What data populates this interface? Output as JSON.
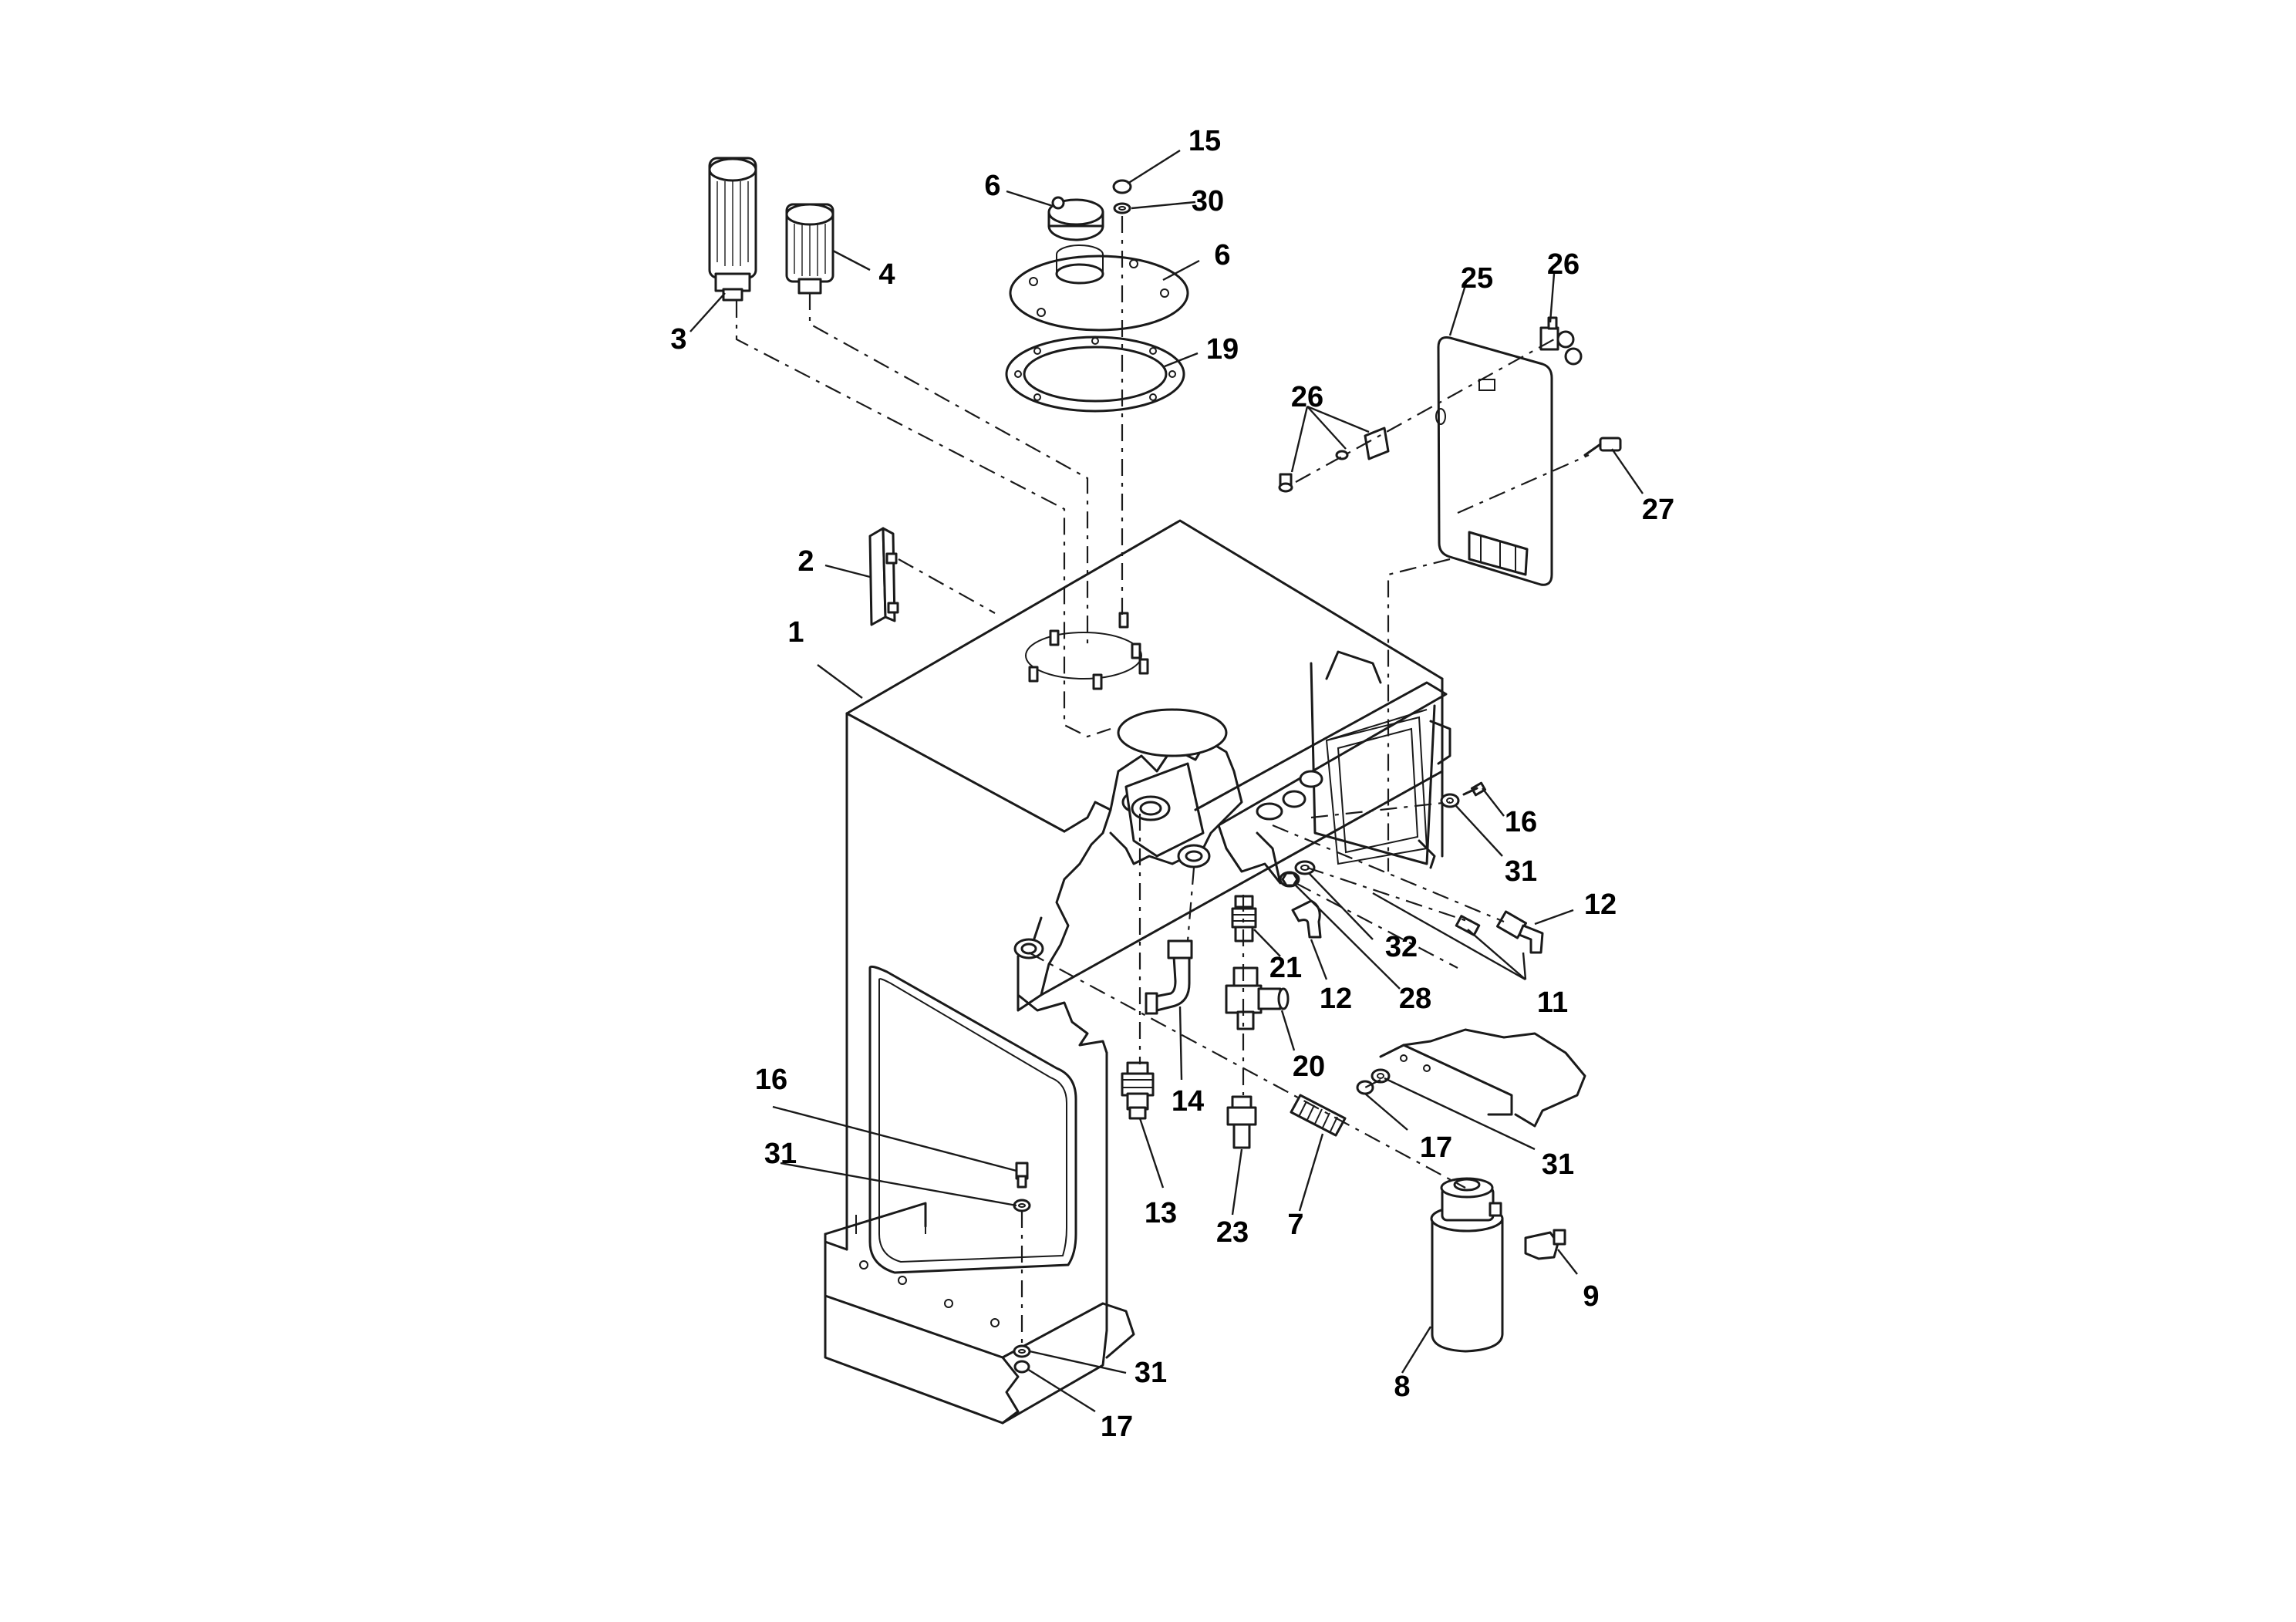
{
  "callouts": [
    {
      "id": "c1",
      "text": "1"
    },
    {
      "id": "c2",
      "text": "2"
    },
    {
      "id": "c3",
      "text": "3"
    },
    {
      "id": "c4",
      "text": "4"
    },
    {
      "id": "c6a",
      "text": "6"
    },
    {
      "id": "c6b",
      "text": "6"
    },
    {
      "id": "c7",
      "text": "7"
    },
    {
      "id": "c8",
      "text": "8"
    },
    {
      "id": "c9",
      "text": "9"
    },
    {
      "id": "c11",
      "text": "11"
    },
    {
      "id": "c12a",
      "text": "12"
    },
    {
      "id": "c12b",
      "text": "12"
    },
    {
      "id": "c13",
      "text": "13"
    },
    {
      "id": "c14",
      "text": "14"
    },
    {
      "id": "c15",
      "text": "15"
    },
    {
      "id": "c16a",
      "text": "16"
    },
    {
      "id": "c16b",
      "text": "16"
    },
    {
      "id": "c17a",
      "text": "17"
    },
    {
      "id": "c17b",
      "text": "17"
    },
    {
      "id": "c19",
      "text": "19"
    },
    {
      "id": "c20",
      "text": "20"
    },
    {
      "id": "c21",
      "text": "21"
    },
    {
      "id": "c23",
      "text": "23"
    },
    {
      "id": "c25",
      "text": "25"
    },
    {
      "id": "c26a",
      "text": "26"
    },
    {
      "id": "c26b",
      "text": "26"
    },
    {
      "id": "c27",
      "text": "27"
    },
    {
      "id": "c28",
      "text": "28"
    },
    {
      "id": "c30",
      "text": "30"
    },
    {
      "id": "c31a",
      "text": "31"
    },
    {
      "id": "c31b",
      "text": "31"
    },
    {
      "id": "c31c",
      "text": "31"
    },
    {
      "id": "c31d",
      "text": "31"
    },
    {
      "id": "c32",
      "text": "32"
    }
  ]
}
